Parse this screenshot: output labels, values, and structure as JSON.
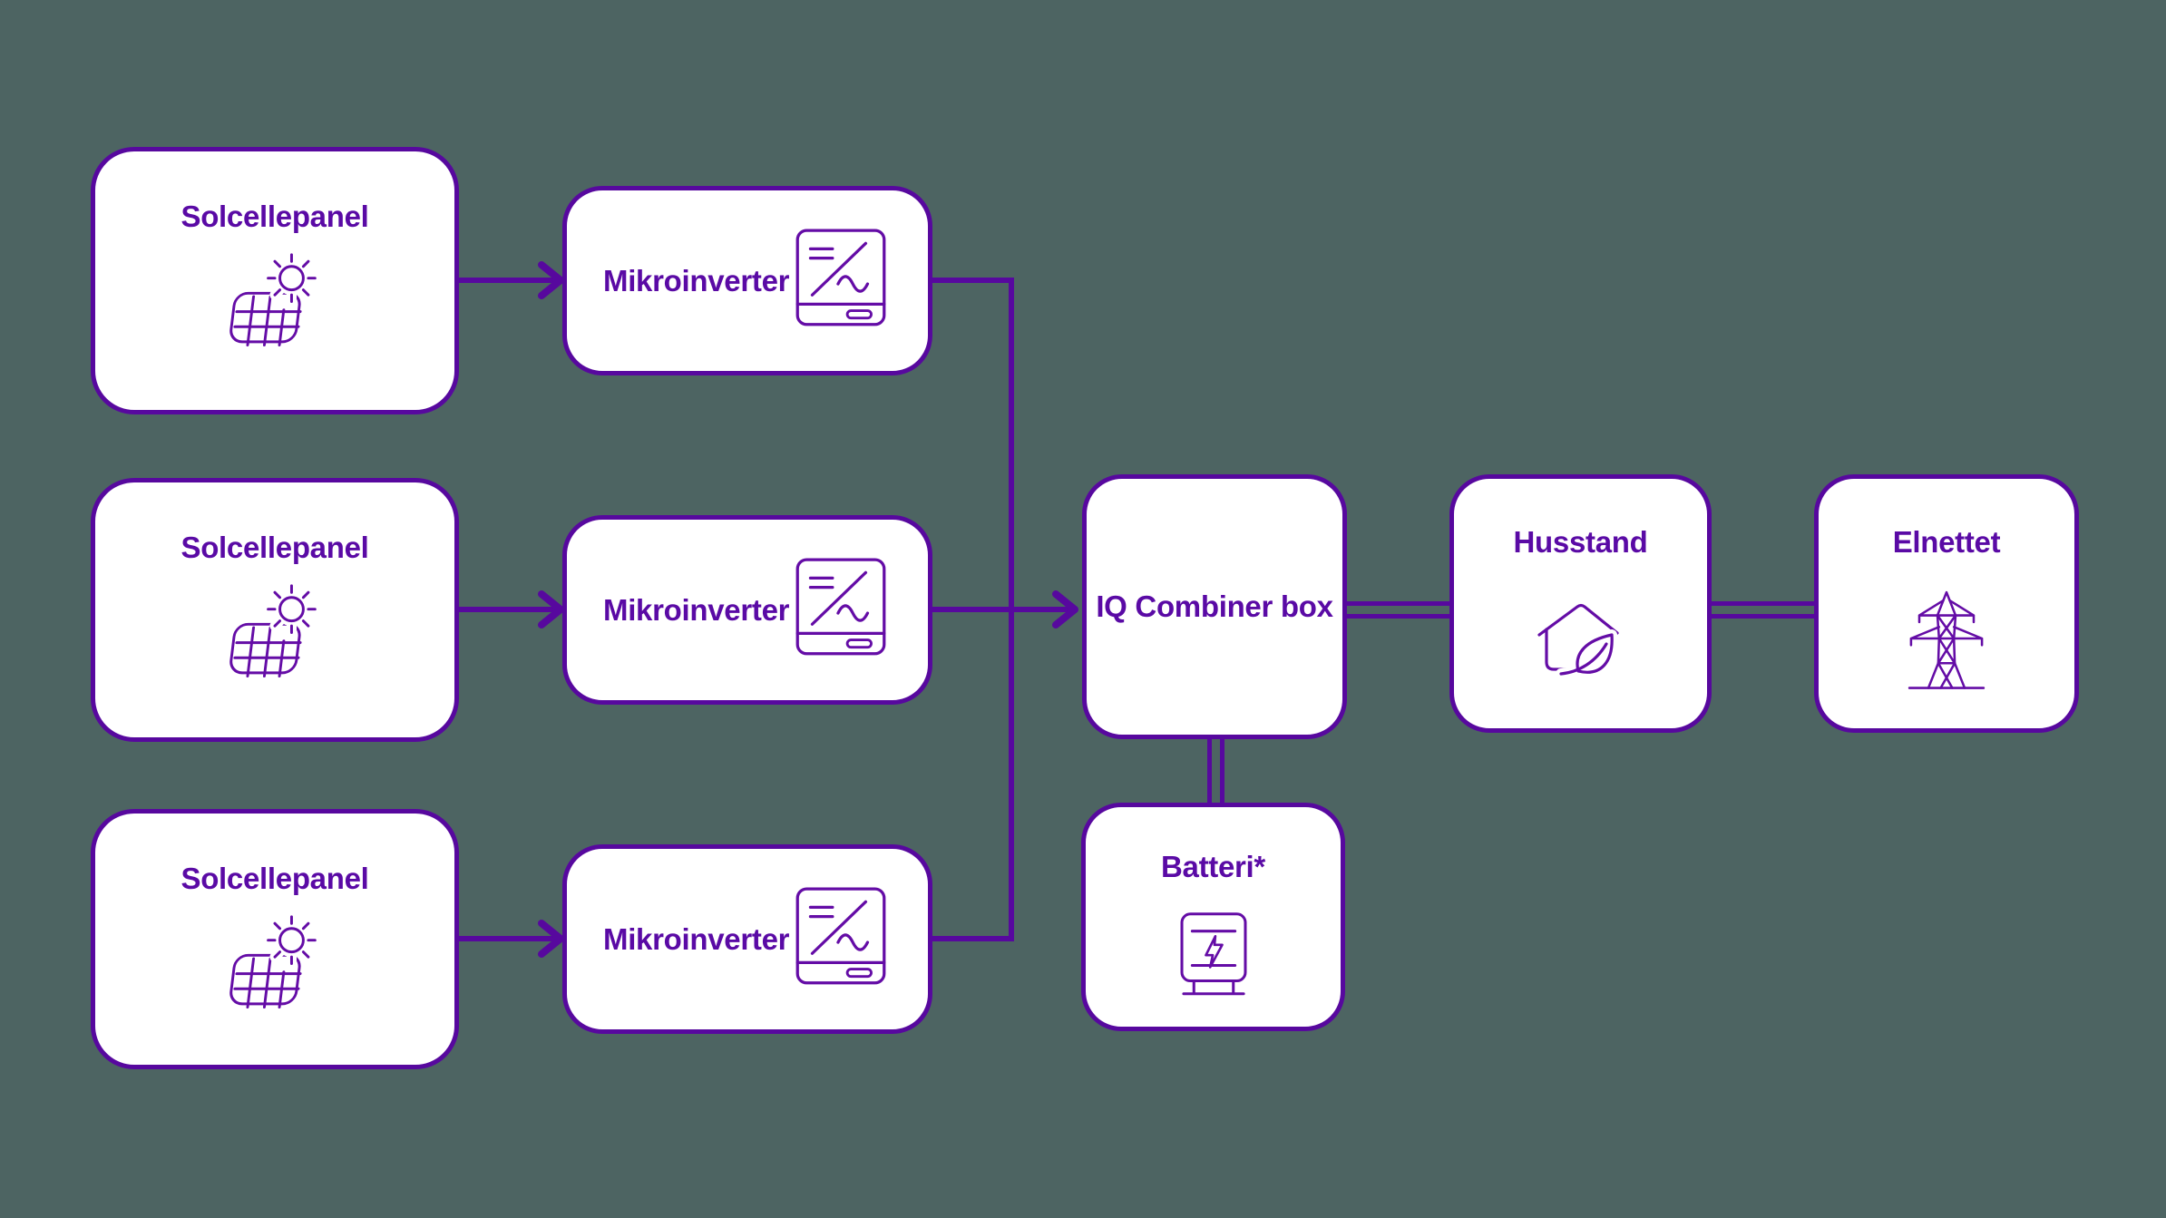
{
  "colors": {
    "background": "#4d6462",
    "box_fill": "#ffffff",
    "line": "#57089e",
    "text": "#5a0aa5",
    "icon": "#640ca6"
  },
  "nodes": {
    "sp1": {
      "label": "Solcellepanel",
      "icon": "solar-panel-icon"
    },
    "sp2": {
      "label": "Solcellepanel",
      "icon": "solar-panel-icon"
    },
    "sp3": {
      "label": "Solcellepanel",
      "icon": "solar-panel-icon"
    },
    "mi1": {
      "label": "Mikroinverter",
      "icon": "microinverter-icon"
    },
    "mi2": {
      "label": "Mikroinverter",
      "icon": "microinverter-icon"
    },
    "mi3": {
      "label": "Mikroinverter",
      "icon": "microinverter-icon"
    },
    "iq": {
      "label": "IQ Combiner box"
    },
    "hus": {
      "label": "Husstand",
      "icon": "house-leaf-icon"
    },
    "el": {
      "label": "Elnettet",
      "icon": "power-pylon-icon"
    },
    "bat": {
      "label": "Batteri*",
      "icon": "battery-icon"
    }
  },
  "connections": [
    {
      "from": "solcellepanel-1",
      "to": "mikroinverter-1",
      "type": "arrow"
    },
    {
      "from": "solcellepanel-2",
      "to": "mikroinverter-2",
      "type": "arrow"
    },
    {
      "from": "solcellepanel-3",
      "to": "mikroinverter-3",
      "type": "arrow"
    },
    {
      "from": "mikroinverter-1",
      "to": "iq-combiner-box",
      "type": "line-to-trunk"
    },
    {
      "from": "mikroinverter-2",
      "to": "iq-combiner-box",
      "type": "arrow"
    },
    {
      "from": "mikroinverter-3",
      "to": "iq-combiner-box",
      "type": "line-to-trunk"
    },
    {
      "from": "iq-combiner-box",
      "to": "husstand",
      "type": "double-line"
    },
    {
      "from": "husstand",
      "to": "elnettet",
      "type": "double-line"
    },
    {
      "from": "iq-combiner-box",
      "to": "batteri",
      "type": "double-line"
    }
  ]
}
